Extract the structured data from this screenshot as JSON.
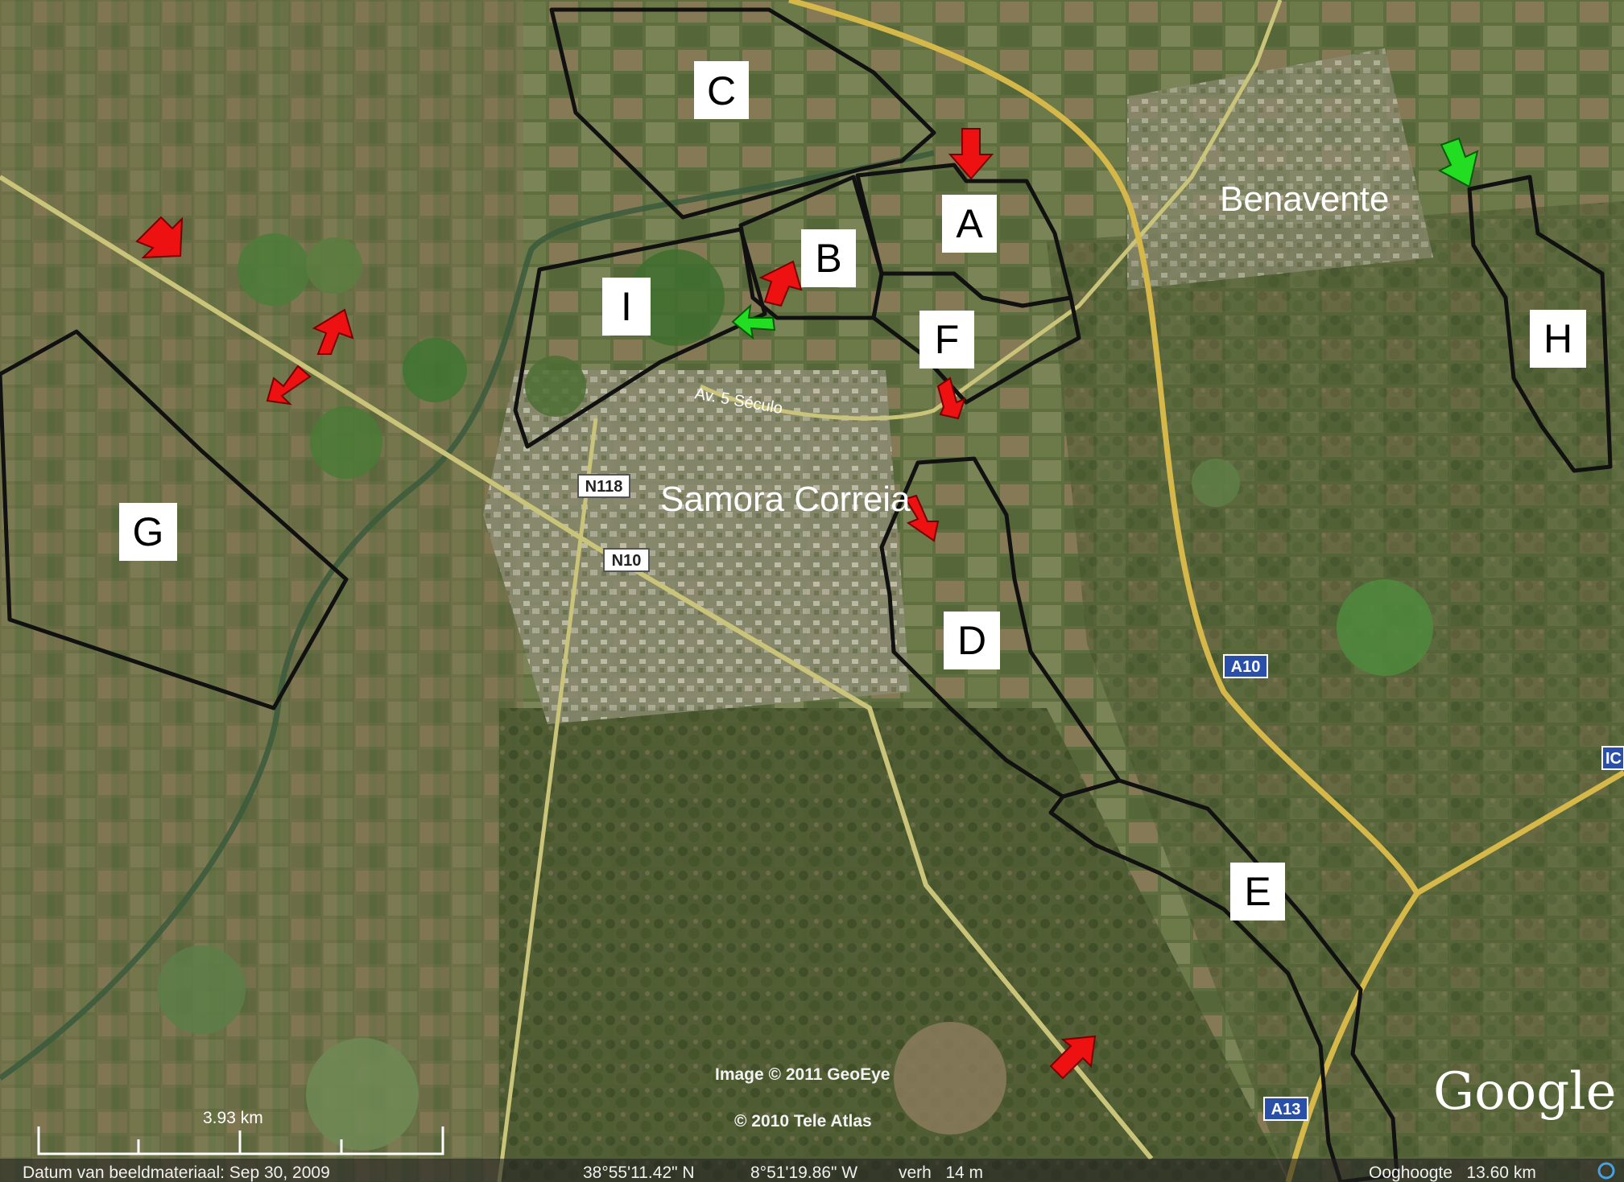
{
  "map": {
    "provider_logo": "Google",
    "place_labels": {
      "samora_correia": "Samora Correia",
      "benavente": "Benavente",
      "street": "Av. 5 Século"
    },
    "road_shields": {
      "n118": "N118",
      "n10": "N10",
      "a10": "A10",
      "a13": "A13",
      "ic": "IC"
    },
    "zones": {
      "a": "A",
      "b": "B",
      "c": "C",
      "d": "D",
      "e": "E",
      "f": "F",
      "g": "G",
      "h": "H",
      "i": "I"
    },
    "copyrights": {
      "imagery": "Image © 2011 GeoEye",
      "tele_atlas": "© 2010 Tele Atlas"
    },
    "scale": {
      "label": "3.93 km"
    },
    "status_bar": {
      "imagery_date": "Datum van beeldmateriaal: Sep 30, 2009",
      "latitude": "38°55'11.42\" N",
      "longitude": "8°51'19.86\" W",
      "elevation": "verh   14 m",
      "eye_altitude": "Ooghoogte   13.60 km"
    },
    "arrow_colors": {
      "red": "#ee1111",
      "green": "#22dd22"
    },
    "outline_color": "#111111"
  }
}
